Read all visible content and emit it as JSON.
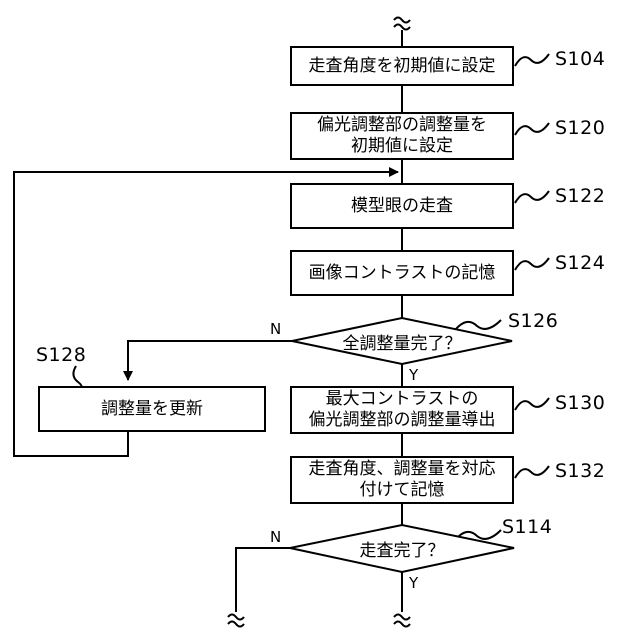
{
  "steps": {
    "s104": {
      "text": "走査角度を初期値に設定",
      "label": "S104"
    },
    "s120": {
      "line1": "偏光調整部の調整量を",
      "line2": "初期値に設定",
      "label": "S120"
    },
    "s122": {
      "text": "模型眼の走査",
      "label": "S122"
    },
    "s124": {
      "text": "画像コントラストの記憶",
      "label": "S124"
    },
    "s126": {
      "text": "全調整量完了？",
      "label": "S126",
      "no": "N",
      "yes": "Y"
    },
    "s128": {
      "text": "調整量を更新",
      "label": "S128"
    },
    "s130": {
      "line1": "最大コントラストの",
      "line2": "偏光調整部の調整量導出",
      "label": "S130"
    },
    "s132": {
      "line1": "走査角度、調整量を対応",
      "line2": "付けて記憶",
      "label": "S132"
    },
    "s114": {
      "text": "走査完了？",
      "label": "S114",
      "no": "N",
      "yes": "Y"
    }
  }
}
